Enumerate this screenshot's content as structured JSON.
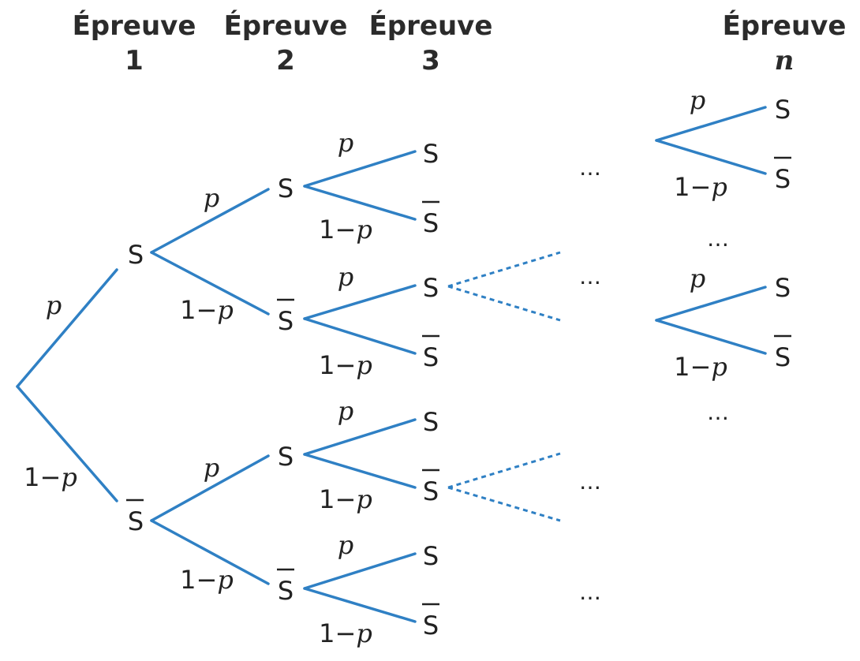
{
  "headers": {
    "trial1": {
      "word": "Épreuve",
      "num": "1"
    },
    "trial2": {
      "word": "Épreuve",
      "num": "2"
    },
    "trial3": {
      "word": "Épreuve",
      "num": "3"
    },
    "trialn": {
      "word": "Épreuve",
      "num": "n"
    }
  },
  "labels": {
    "success": "S",
    "prob_p": "p",
    "prob_q_num": "1−",
    "prob_q_var": "p",
    "ellipsis": "…"
  },
  "colors": {
    "branch": "#2f80c4",
    "text": "#222222"
  }
}
